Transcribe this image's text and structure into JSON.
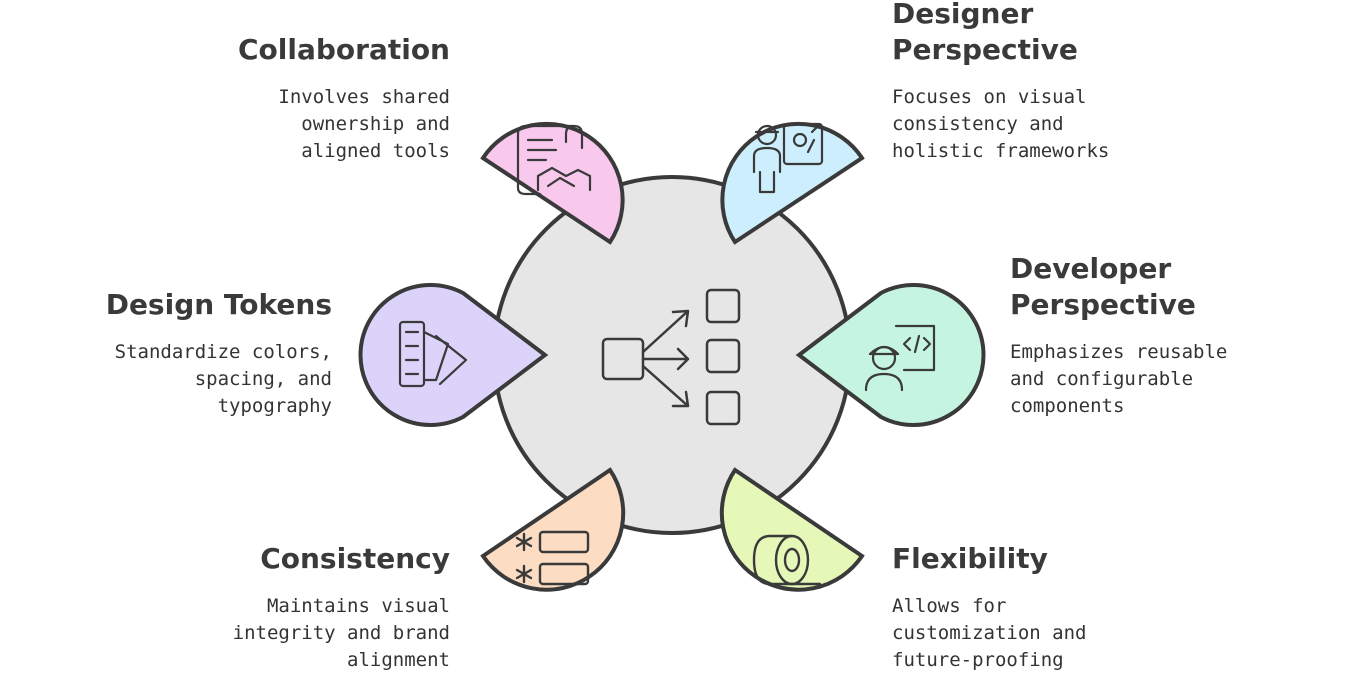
{
  "colors": {
    "center": "#e6e6e6",
    "outline": "#3a3a3a",
    "collaboration": "#f8c9ec",
    "designer": "#cdeffd",
    "developer": "#c5f5e0",
    "tokens": "#dcd3fb",
    "consistency": "#fcdcc2",
    "flexibility": "#e6f8b8"
  },
  "nodes": [
    {
      "id": "collaboration",
      "icon": "scroll-handshake-icon",
      "title": "Collaboration",
      "desc_lines": [
        "Involves shared",
        "ownership and",
        "aligned tools"
      ]
    },
    {
      "id": "designer",
      "icon": "designer-easel-icon",
      "title_lines": [
        "Designer",
        "Perspective"
      ],
      "desc_lines": [
        "Focuses on visual",
        "consistency and",
        "holistic frameworks"
      ]
    },
    {
      "id": "tokens",
      "icon": "color-swatch-icon",
      "title": "Design Tokens",
      "desc_lines": [
        "Standardize colors,",
        "spacing, and",
        "typography"
      ]
    },
    {
      "id": "developer",
      "icon": "developer-code-icon",
      "title_lines": [
        "Developer",
        "Perspective"
      ],
      "desc_lines": [
        "Emphasizes reusable",
        "and configurable",
        "components"
      ]
    },
    {
      "id": "consistency",
      "icon": "asterisk-list-icon",
      "title": "Consistency",
      "desc_lines": [
        "Maintains visual",
        "integrity and brand",
        "alignment"
      ]
    },
    {
      "id": "flexibility",
      "icon": "tape-roll-icon",
      "title": "Flexibility",
      "desc_lines": [
        "Allows for",
        "customization and",
        "future-proofing"
      ]
    }
  ],
  "center": {
    "icon": "component-branch-icon"
  }
}
